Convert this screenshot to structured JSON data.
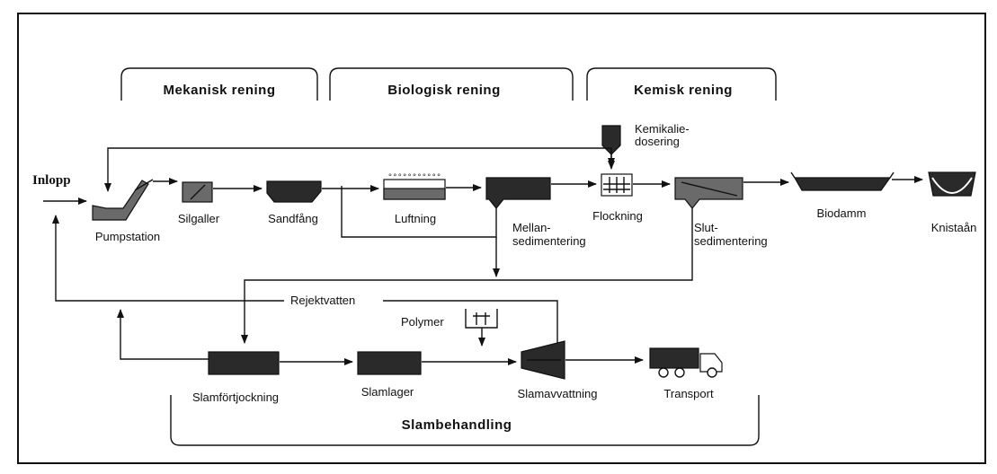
{
  "headers": {
    "mekanisk": "Mekanisk rening",
    "biologisk": "Biologisk rening",
    "kemisk": "Kemisk rening",
    "slambehandling": "Slambehandling"
  },
  "labels": {
    "inlopp": "Inlopp",
    "pumpstation": "Pumpstation",
    "silgaller": "Silgaller",
    "sandfang": "Sandfång",
    "luftning": "Luftning",
    "mellan_1": "Mellan-",
    "mellan_2": "sedimentering",
    "flockning": "Flockning",
    "slut_1": "Slut-",
    "slut_2": "sedimentering",
    "biodamm": "Biodamm",
    "knistaan": "Knistaån",
    "kemikalie_1": "Kemikalie-",
    "kemikalie_2": "dosering",
    "rejektvatten": "Rejektvatten",
    "polymer": "Polymer",
    "slamfortjockning": "Slamförtjockning",
    "slamlager": "Slamlager",
    "slamavvattning": "Slamavvattning",
    "transport": "Transport"
  }
}
